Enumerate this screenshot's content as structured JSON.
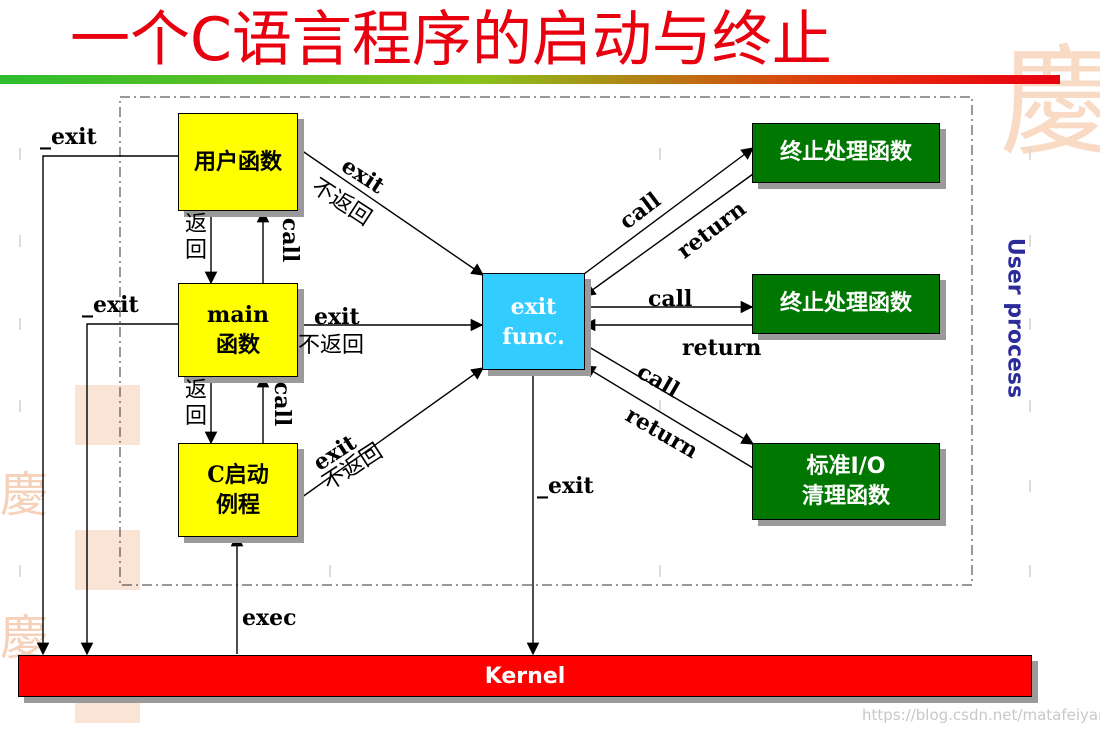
{
  "title": "一个C语言程序的启动与终止",
  "side_label": "User process",
  "nodes": {
    "user_func": "用户函数",
    "main_func": "main\n函数",
    "c_startup": "C启动\n例程",
    "exit_func": "exit\nfunc.",
    "handler_1": "终止处理函数",
    "handler_2": "终止处理函数",
    "stdio_cleanup": "标准I/O\n清理函数",
    "kernel": "Kernel"
  },
  "labels": {
    "exit_underscore_1": "_exit",
    "exit_underscore_2": "_exit",
    "exit_underscore_3": "_exit",
    "return_vertical_1": "返\n回",
    "call_vertical_1": "call",
    "return_vertical_2": "返\n回",
    "call_vertical_2": "call",
    "exit_user": "exit",
    "noreturn_user": "不返回",
    "exit_main": "exit",
    "noreturn_main": "不返回",
    "exit_startup": "exit",
    "noreturn_startup": "不返回",
    "call_1": "call",
    "return_1": "return",
    "call_2": "call",
    "return_2": "return",
    "call_3": "call",
    "return_3": "return",
    "exec": "exec"
  },
  "watermark": "https://blog.csdn.net/matafeiyanll"
}
